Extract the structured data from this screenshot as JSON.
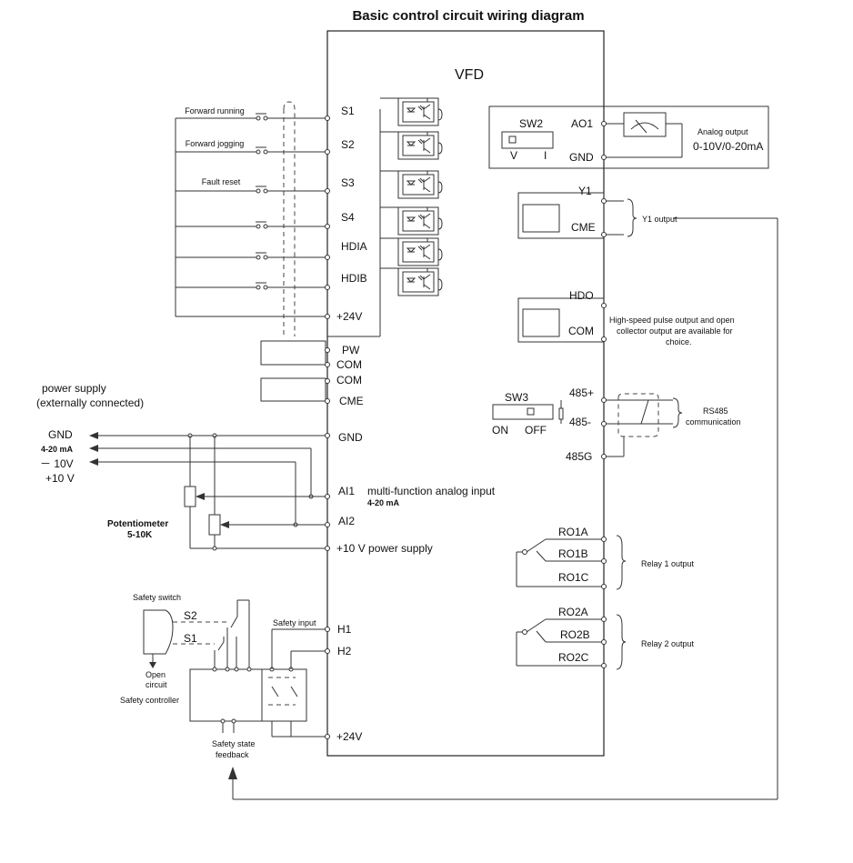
{
  "title": "Basic control circuit wiring diagram",
  "vfd_label": "VFD",
  "left_inputs": [
    {
      "terminal": "S1",
      "label": "Forward running"
    },
    {
      "terminal": "S2",
      "label": "Forward jogging"
    },
    {
      "terminal": "S3",
      "label": "Fault reset"
    },
    {
      "terminal": "S4",
      "label": ""
    },
    {
      "terminal": "HDIA",
      "label": ""
    },
    {
      "terminal": "HDIB",
      "label": ""
    }
  ],
  "terminals_left": {
    "plus24_top": "+24V",
    "pw": "PW",
    "com1": "COM",
    "com2": "COM",
    "cme": "CME",
    "gnd": "GND",
    "ai1": "AI1",
    "ai2": "AI2",
    "plus10": "+10 V power supply",
    "h1": "H1",
    "h2": "H2",
    "plus24_bottom": "+24V"
  },
  "power_supply_note": [
    "power supply",
    "(externally connected)"
  ],
  "supply_labels": {
    "gnd": "GND",
    "ma": "4-20 mA",
    "minus10": "－ 10V",
    "plus10": "+10 V"
  },
  "analog_input_label": "multi-function analog input",
  "analog_input_sub": "4-20 mA",
  "potentiometer": [
    "Potentiometer",
    "5-10K"
  ],
  "safety": {
    "switch_label": "Safety switch",
    "s2": "S2",
    "s1": "S1",
    "open_circuit": [
      "Open",
      "circuit"
    ],
    "controller": "Safety controller",
    "input": "Safety input",
    "feedback": [
      "Safety state",
      "feedback"
    ]
  },
  "right": {
    "sw2": "SW2",
    "sw2_v": "V",
    "sw2_i": "I",
    "ao1": "AO1",
    "ao_gnd": "GND",
    "analog_output": [
      "Analog output",
      "0-10V/0-20mA"
    ],
    "y1": "Y1",
    "cme": "CME",
    "y1_output": "Y1 output",
    "hdo": "HDO",
    "com": "COM",
    "hdo_note": [
      "High-speed pulse output and open",
      "collector output are available for",
      "choice."
    ],
    "sw3": "SW3",
    "sw3_on": "ON",
    "sw3_off": "OFF",
    "rs485_plus": "485+",
    "rs485_minus": "485-",
    "rs485_g": "485G",
    "rs485_label": [
      "RS485",
      "communication"
    ],
    "ro1a": "RO1A",
    "ro1b": "RO1B",
    "ro1c": "RO1C",
    "relay1": "Relay 1 output",
    "ro2a": "RO2A",
    "ro2b": "RO2B",
    "ro2c": "RO2C",
    "relay2": "Relay 2 output"
  }
}
